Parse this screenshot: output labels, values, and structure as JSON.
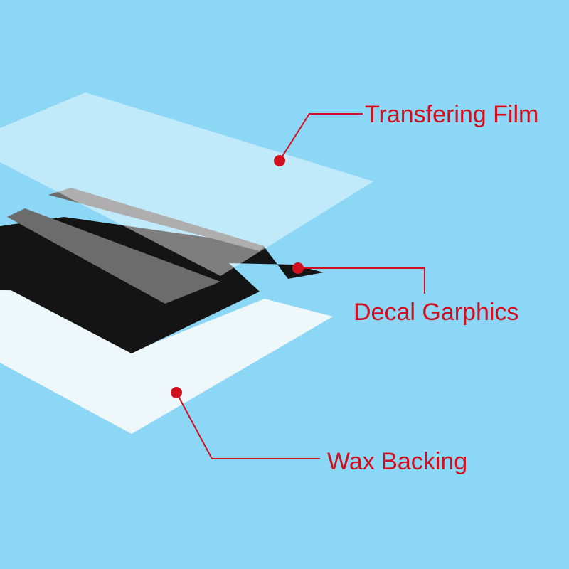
{
  "colors": {
    "background": "#8cd7f6",
    "callout": "#d10f1e",
    "wax_backing": "#eef7fa",
    "decal_black": "#141414",
    "decal_gray": "#6c6c6c",
    "film": "#ffffff"
  },
  "labels": {
    "transfer_film": "Transfering Film",
    "decal_graphics": "Decal Garphics",
    "wax_backing": "Wax Backing"
  }
}
